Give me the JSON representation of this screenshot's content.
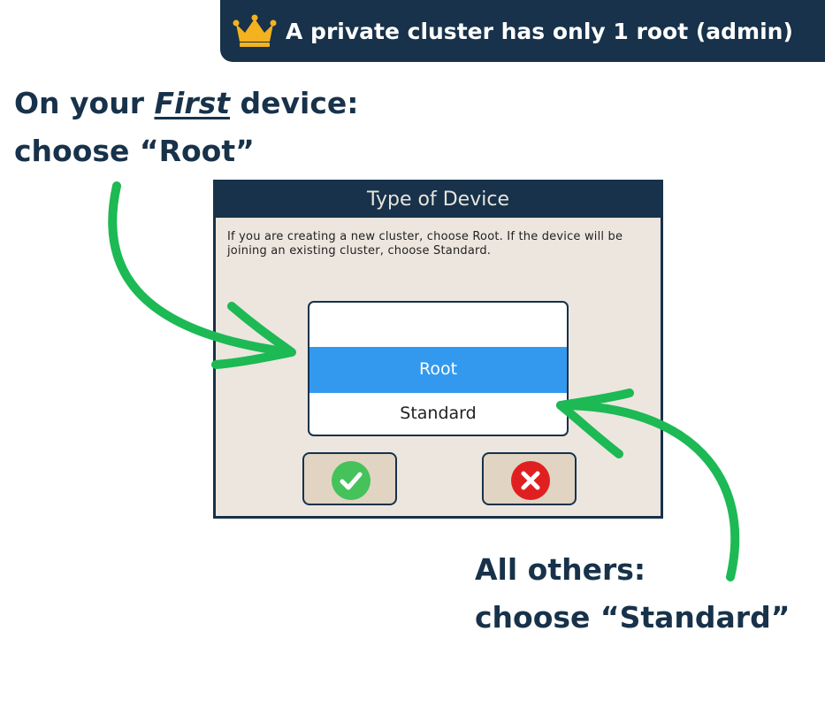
{
  "banner": {
    "icon": "crown-icon",
    "text": "A private cluster has only 1 root (admin)"
  },
  "callout_first": {
    "line1_prefix": "On your ",
    "line1_emphasis": "First",
    "line1_suffix": " device:",
    "line2": "choose “Root”"
  },
  "callout_others": {
    "line1": "All others:",
    "line2": "choose “Standard”"
  },
  "dialog": {
    "title": "Type of Device",
    "message": "If you are creating a new cluster, choose Root. If the device will be joining an existing cluster, choose Standard.",
    "options": [
      "",
      "Root",
      "Standard"
    ],
    "selected": "Root",
    "confirm_icon": "check-icon",
    "cancel_icon": "close-icon"
  },
  "colors": {
    "navy": "#17324a",
    "selection": "#3399ee",
    "arrow": "#1db954",
    "confirm": "#45c25a",
    "cancel": "#e02020"
  }
}
